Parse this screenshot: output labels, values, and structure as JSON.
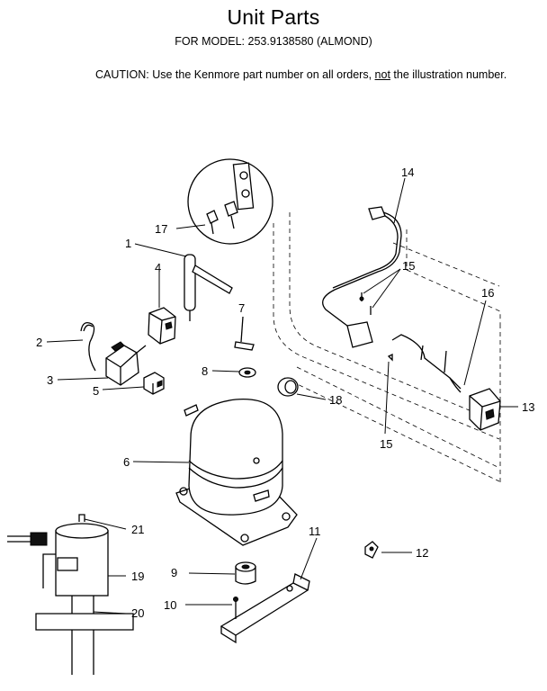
{
  "header": {
    "title": "Unit Parts",
    "model_line": "FOR MODEL: 253.9138580 (ALMOND)",
    "caution_prefix": "CAUTION:  Use the Kenmore part number on all orders, ",
    "caution_emphasis": "not",
    "caution_suffix": " the illustration number."
  },
  "callouts": [
    {
      "id": "c1",
      "label": "1"
    },
    {
      "id": "c2",
      "label": "2"
    },
    {
      "id": "c3",
      "label": "3"
    },
    {
      "id": "c4",
      "label": "4"
    },
    {
      "id": "c5",
      "label": "5"
    },
    {
      "id": "c6",
      "label": "6"
    },
    {
      "id": "c7",
      "label": "7"
    },
    {
      "id": "c8",
      "label": "8"
    },
    {
      "id": "c9",
      "label": "9"
    },
    {
      "id": "c10",
      "label": "10"
    },
    {
      "id": "c11",
      "label": "11"
    },
    {
      "id": "c12",
      "label": "12"
    },
    {
      "id": "c13",
      "label": "13"
    },
    {
      "id": "c14",
      "label": "14"
    },
    {
      "id": "c15a",
      "label": "15"
    },
    {
      "id": "c15b",
      "label": "15"
    },
    {
      "id": "c16",
      "label": "16"
    },
    {
      "id": "c17",
      "label": "17"
    },
    {
      "id": "c18",
      "label": "18"
    },
    {
      "id": "c19",
      "label": "19"
    },
    {
      "id": "c20",
      "label": "20"
    },
    {
      "id": "c21",
      "label": "21"
    }
  ]
}
